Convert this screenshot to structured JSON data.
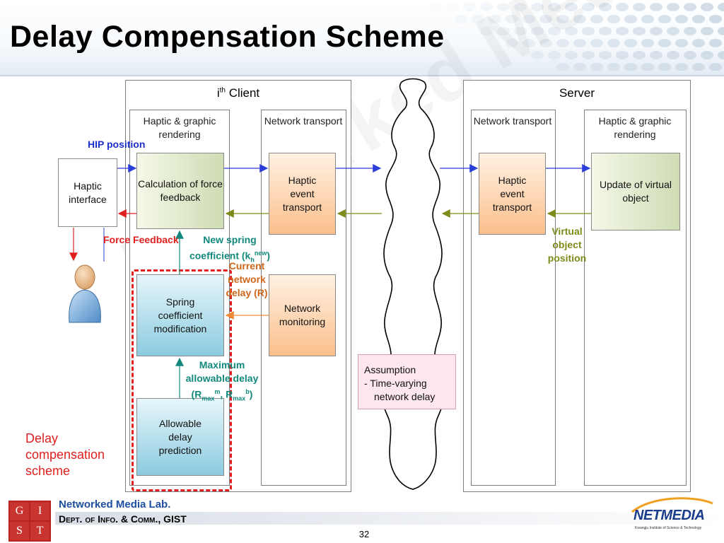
{
  "title": "Delay Compensation Scheme",
  "client": {
    "title_base": "i",
    "title_sup": "th",
    "title_rest": " Client",
    "col1_title": "Haptic & graphic rendering",
    "col2_title": "Network transport",
    "calc_box": "Calculation of force feedback",
    "haptic_transport": "Haptic event transport",
    "network_monitoring": "Network monitoring",
    "spring_box": "Spring coefficient modification",
    "allowable_box": "Allowable delay prediction"
  },
  "server": {
    "title": "Server",
    "col1_title": "Network transport",
    "col2_title": "Haptic & graphic rendering",
    "haptic_transport": "Haptic event transport",
    "update_box": "Update of virtual object"
  },
  "haptic_interface": "Haptic interface",
  "labels": {
    "hip_position": "HIP position",
    "force_feedback": "Force Feedback",
    "new_spring_1": "New spring",
    "new_spring_2": "coefficient (k",
    "new_spring_sub": "h",
    "new_spring_sup": "new",
    "new_spring_end": ")",
    "current_delay": "Current network delay (R)",
    "max_delay_1": "Maximum",
    "max_delay_2": "allowable delay",
    "max_delay_3a": "(R",
    "max_delay_sub": "max",
    "max_delay_sup1": "m",
    "max_delay_mid": ", R",
    "max_delay_sup2": "b",
    "max_delay_end": ")",
    "virtual_object_position": "Virtual object position",
    "delay_scheme": "Delay compensation scheme"
  },
  "assumption": {
    "title": "Assumption",
    "line1": "- Time-varying",
    "line2": "network delay"
  },
  "watermark": "Networked Media Lab.",
  "footer": {
    "lab": "Networked Media Lab.",
    "dept": "Dept. of Info. & Comm., GIST",
    "logo_letters": [
      "G",
      "I",
      "S",
      "T"
    ],
    "net_logo": "NETMEDIA",
    "net_logo_sub": "Kwangju Institute of Science & Technology",
    "page": "32"
  },
  "colors": {
    "blue_arrow": "#2a3fd6",
    "olive_arrow": "#7e8a1a",
    "red": "#e02020",
    "teal": "#12897c",
    "orange_text": "#d0661a",
    "hip_blue": "#1a2fcc"
  }
}
